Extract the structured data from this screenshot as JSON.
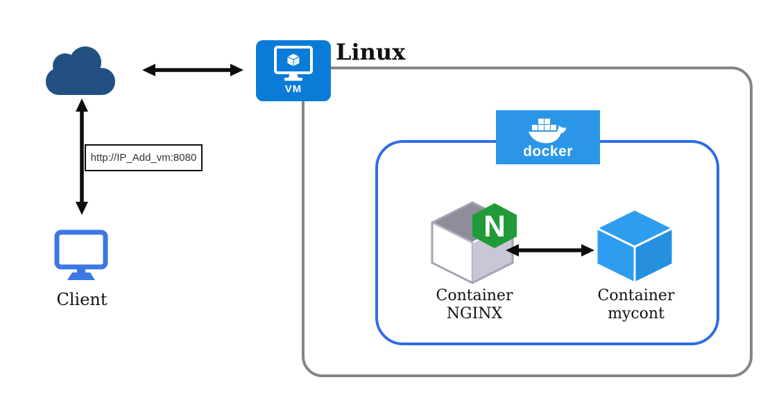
{
  "client": {
    "label": "Client"
  },
  "connection": {
    "url_label": "http://IP_Add_vm:8080"
  },
  "vm": {
    "badge": "VM",
    "os": "Linux"
  },
  "docker": {
    "wordmark": "docker"
  },
  "nginx_container": {
    "line1": "Container",
    "line2": "NGINX",
    "logo_letter": "N"
  },
  "mycont_container": {
    "line1": "Container",
    "line2": "mycont"
  },
  "colors": {
    "cloud_blue": "#235083",
    "vm_blue": "#0b7bd8",
    "docker_blue": "#2b96e8",
    "linux_border": "#858585",
    "docker_border": "#2e6ce6",
    "client_blue": "#3b78e4",
    "nginx_green": "#219b38",
    "cube_blue": "#2e9df0",
    "cube_blue_dark": "#2590e0",
    "cube_gray_top": "#908d9b",
    "cube_gray_right": "#c9c6d8",
    "cube_outline": "#a5a2b4",
    "arrow_black": "#0d0d0d"
  }
}
